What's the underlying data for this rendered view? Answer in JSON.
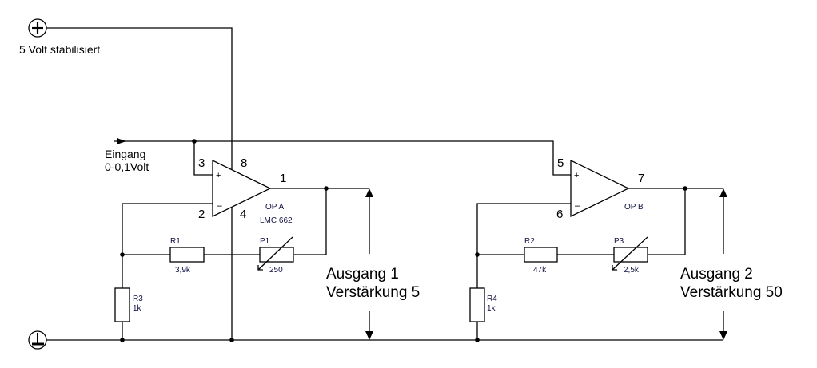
{
  "supply": {
    "label": "5 Volt stabilisiert",
    "symbol": "plus-terminal"
  },
  "ground": {
    "symbol": "ground-terminal"
  },
  "input": {
    "line1": "Eingang",
    "line2": "0-0,1Volt"
  },
  "op_a": {
    "name": "OP A",
    "part": "LMC 662",
    "pins": {
      "non_inverting": "3",
      "inverting": "2",
      "output": "1",
      "vplus": "8",
      "vminus": "4"
    }
  },
  "op_b": {
    "name": "OP B",
    "pins": {
      "non_inverting": "5",
      "inverting": "6",
      "output": "7"
    }
  },
  "components": {
    "r1": {
      "name": "R1",
      "value": "3,9k"
    },
    "r2": {
      "name": "R2",
      "value": "47k"
    },
    "r3": {
      "name": "R3",
      "value": "1k"
    },
    "r4": {
      "name": "R4",
      "value": "1k"
    },
    "p1": {
      "name": "P1",
      "value": "250"
    },
    "p3": {
      "name": "P3",
      "value": "2,5k"
    }
  },
  "outputs": {
    "out1": {
      "line1": "Ausgang 1",
      "line2": "Verstärkung 5"
    },
    "out2": {
      "line1": "Ausgang 2",
      "line2": "Verstärkung 50"
    }
  }
}
